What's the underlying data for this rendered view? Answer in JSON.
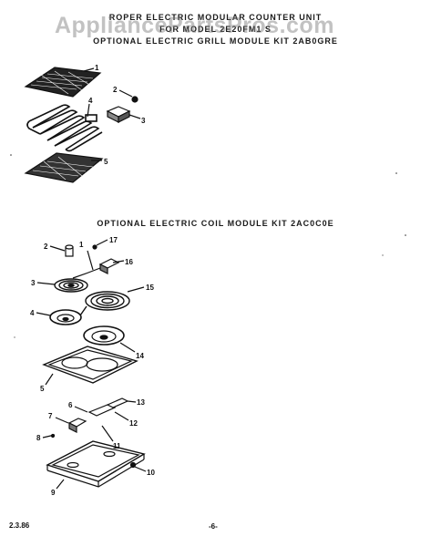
{
  "header": {
    "title_line1": "ROPER ELECTRIC MODULAR COUNTER UNIT",
    "title_line2": "FOR MODEL 2E20FM1 S",
    "section1_title": "OPTIONAL ELECTRIC GRILL MODULE KIT 2AB0GRE",
    "section2_title": "OPTIONAL ELECTRIC COIL MODULE KIT 2AC0C0E",
    "watermark": "AppliancePartsPros.com"
  },
  "grill_callouts": [
    "1",
    "2",
    "3",
    "4",
    "5"
  ],
  "coil_callouts": [
    "1",
    "2",
    "3",
    "4",
    "5",
    "6",
    "7",
    "8",
    "9",
    "10",
    "11",
    "12",
    "13",
    "14",
    "15",
    "16",
    "17"
  ],
  "footer": {
    "date": "2.3.86",
    "page": "-6-"
  }
}
